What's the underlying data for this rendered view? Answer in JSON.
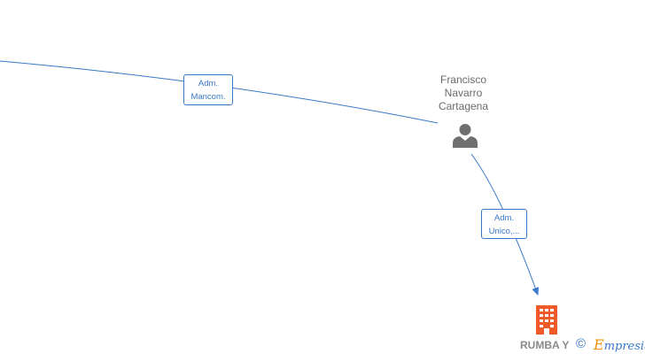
{
  "person": {
    "name_lines": [
      "Francisco",
      "Navarro",
      "Cartagena"
    ],
    "icon": "person-icon"
  },
  "edges": [
    {
      "label_lines": [
        "Adm.",
        "Mancom."
      ]
    },
    {
      "label_lines": [
        "Adm.",
        "Unico,..."
      ]
    }
  ],
  "company": {
    "name": "RUMBA Y",
    "icon": "building-icon"
  },
  "footer": {
    "copyright_symbol": "©",
    "brand_initial": "E",
    "brand_rest": "mpresia"
  },
  "colors": {
    "link": "#3a78c8",
    "company_icon": "#f05a28",
    "person_icon": "#6f6f6f",
    "brand_accent": "#f39200"
  }
}
